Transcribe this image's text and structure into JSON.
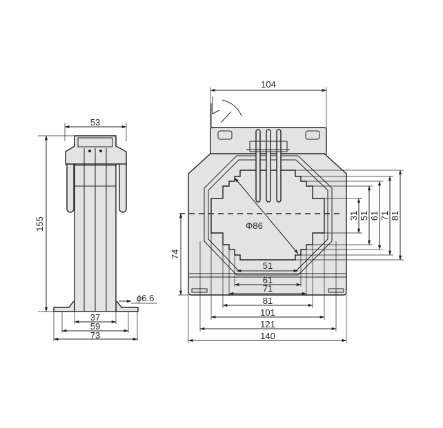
{
  "side_view": {
    "width_top": "53",
    "height": "155",
    "hole": "ϕ6.6",
    "w_body": "37",
    "w_holes": "59",
    "w_base": "73"
  },
  "front_view": {
    "width_plate": "104",
    "diameter": "Φ86",
    "center_height": "74",
    "window_heights": [
      "31",
      "51",
      "61",
      "71",
      "81"
    ],
    "widths": [
      "51",
      "61",
      "71",
      "81",
      "101",
      "121",
      "140"
    ]
  }
}
